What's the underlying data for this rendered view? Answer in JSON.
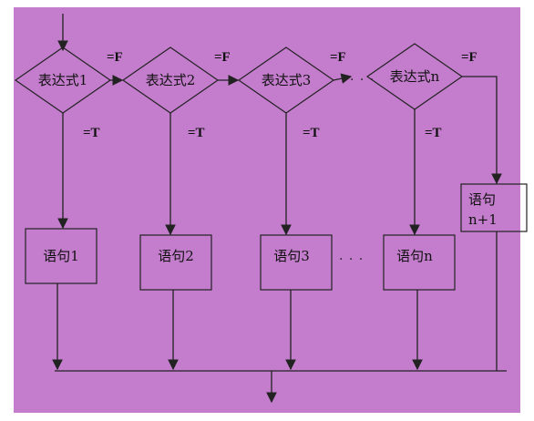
{
  "diagram": {
    "colors": {
      "panel": "#c47dcd",
      "stroke": "#222222"
    },
    "conditions": [
      {
        "label": "表达式1"
      },
      {
        "label": "表达式2"
      },
      {
        "label": "表达式3"
      },
      {
        "label": "表达式n"
      }
    ],
    "statements": [
      {
        "label": "语句1"
      },
      {
        "label": "语句2"
      },
      {
        "label": "语句3"
      },
      {
        "label": "语句n"
      }
    ],
    "default_statement": {
      "line1": "语句",
      "line2": "n+1"
    },
    "false_label": "=F",
    "true_label": "=T",
    "ellipsis": "·  ·  ·"
  }
}
